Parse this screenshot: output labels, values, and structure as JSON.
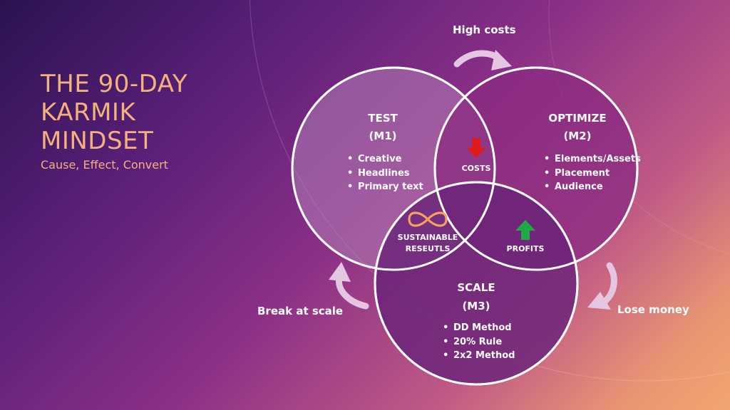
{
  "title": {
    "lines": [
      "THE 90-DAY",
      "KARMIK",
      "MINDSET"
    ],
    "subtitle": "Cause, Effect, Convert"
  },
  "colors": {
    "title": "#f3b27c",
    "circle_test_fill": "#b27fb6",
    "circle_optimize_fill": "#8a2a80",
    "circle_scale_fill": "#6a2379",
    "cost_arrow": "#e0191b",
    "profit_arrow": "#1faa45",
    "infinity": "#f2a25b",
    "cycle_arrows": "#e4c6e2"
  },
  "circles": {
    "test": {
      "title": "TEST",
      "code": "(M1)",
      "bullets": [
        "Creative",
        "Headlines",
        "Primary text"
      ]
    },
    "optimize": {
      "title": "OPTIMIZE",
      "code": "(M2)",
      "bullets": [
        "Elements/Assets",
        "Placement",
        "Audience"
      ]
    },
    "scale": {
      "title": "SCALE",
      "code": "(M3)",
      "bullets": [
        "DD Method",
        "20% Rule",
        "2x2 Method"
      ]
    }
  },
  "overlaps": {
    "costs": {
      "label": "COSTS",
      "icon": "down-arrow-icon"
    },
    "profits": {
      "label": "PROFITS",
      "icon": "up-arrow-icon"
    },
    "sustainable": {
      "line1": "SUSTAINABLE",
      "line2": "RESEUTLS",
      "icon": "infinity-icon"
    }
  },
  "cycle_labels": {
    "high_costs": "High costs",
    "lose_money": "Lose money",
    "break_at_scale": "Break at scale"
  }
}
